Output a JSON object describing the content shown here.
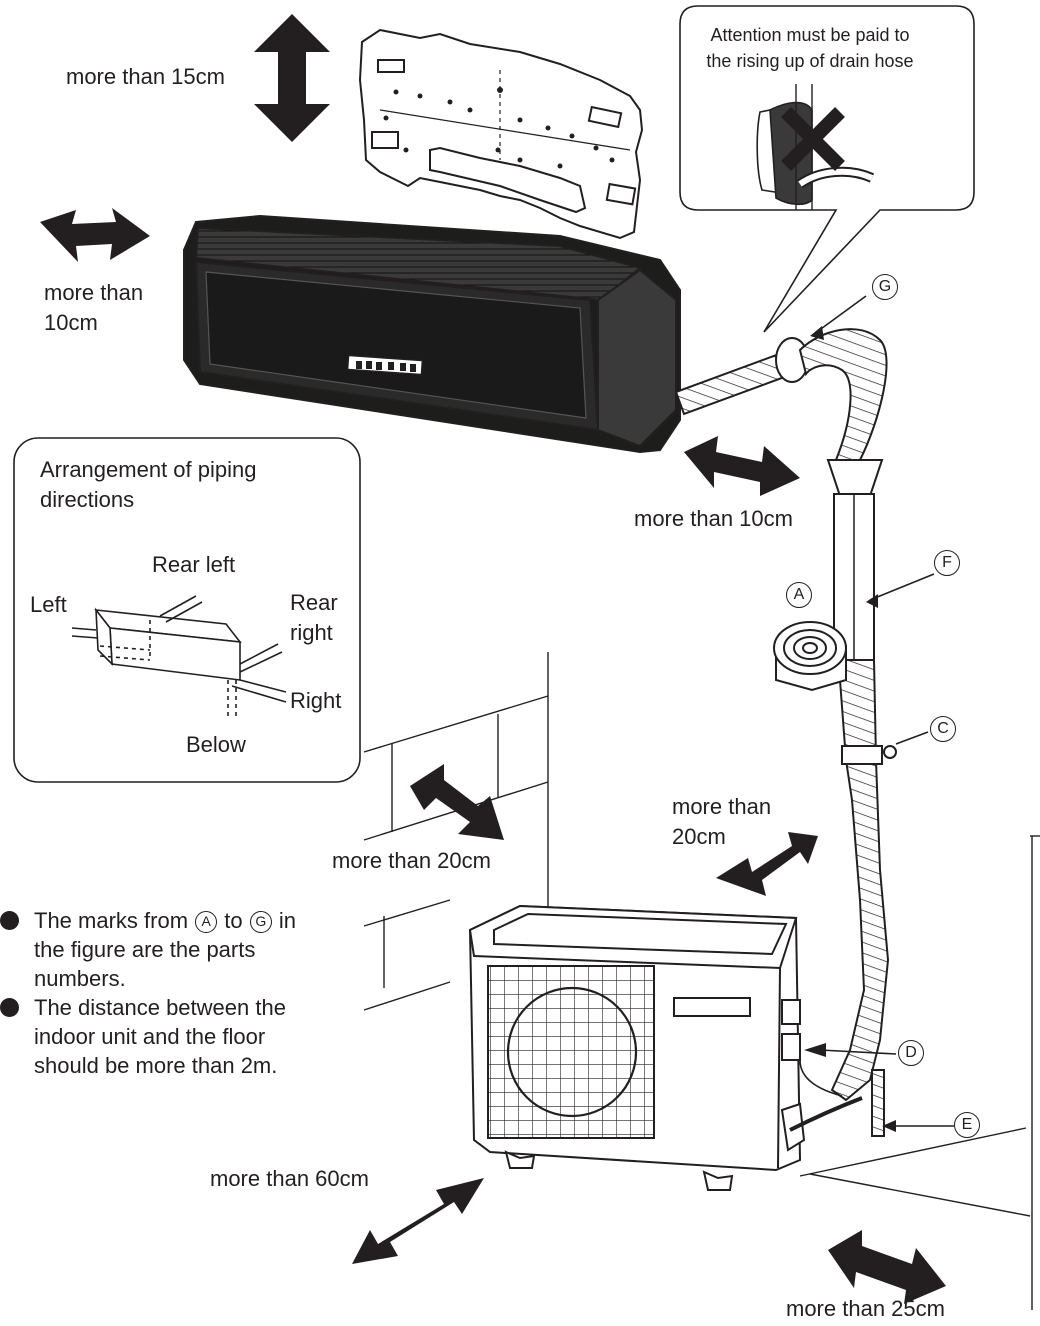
{
  "callout": {
    "line1": "Attention must be paid to",
    "line2": "the rising up of drain hose"
  },
  "clearances": {
    "top": "more than 15cm",
    "left_line1": "more than",
    "left_line2": "10cm",
    "right_indoor": "more than 10cm",
    "wall": "more than 20cm",
    "outdoor_back_line1": "more than",
    "outdoor_back_line2": "20cm",
    "front": "more than 60cm",
    "right_outdoor": "more than 25cm"
  },
  "piping": {
    "title": "Arrangement of piping directions",
    "rear_left": "Rear left",
    "left": "Left",
    "rear_right_line1": "Rear",
    "rear_right_line2": "right",
    "right": "Right",
    "below": "Below"
  },
  "parts": {
    "A": "A",
    "C": "C",
    "D": "D",
    "E": "E",
    "F": "F",
    "G": "G"
  },
  "notes": {
    "note1_pre": "The marks from",
    "note1_a": "A",
    "note1_mid": "to",
    "note1_g": "G",
    "note1_post": "in the figure are the parts numbers.",
    "note2": "The distance between the indoor unit and the floor should be more than 2m."
  }
}
